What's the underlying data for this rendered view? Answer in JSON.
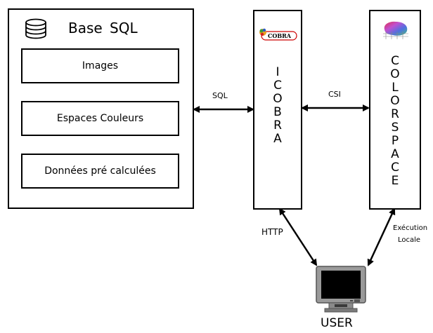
{
  "sql_base": {
    "title": "Base SQL",
    "items": [
      "Images",
      "Espaces Couleurs",
      "Données pré calculées"
    ]
  },
  "icobra": {
    "logo_text": "COBRA",
    "vertical_letters": [
      "I",
      "C",
      "O",
      "B",
      "R",
      "A"
    ]
  },
  "colorspace": {
    "vertical_letters": [
      "C",
      "O",
      "L",
      "O",
      "R",
      "S",
      "P",
      "A",
      "C",
      "E"
    ]
  },
  "connections": {
    "sql_label": "SQL",
    "csi_label": "CSI",
    "http_label": "HTTP",
    "exec_label_line1": "Exécution",
    "exec_label_line2": "Locale"
  },
  "user": {
    "label": "USER"
  }
}
